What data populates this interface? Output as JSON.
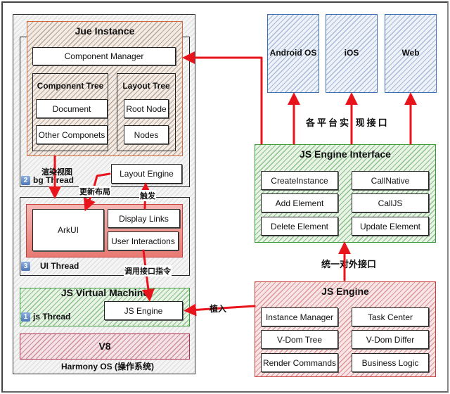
{
  "harmony": {
    "os_label": "Harmony OS (操作系统)",
    "jue_instance": {
      "title": "Jue Instance",
      "component_manager": "Component Manager",
      "component_tree": {
        "title": "Component Tree",
        "items": [
          "Document",
          "Other Componets"
        ]
      },
      "layout_tree": {
        "title": "Layout Tree",
        "items": [
          "Root Node",
          "Nodes"
        ]
      }
    },
    "bg_thread": {
      "badge": "2",
      "label": "bg Thread",
      "layout_engine": "Layout Engine"
    },
    "ui_thread": {
      "badge": "3",
      "label": "UI Thread",
      "arkui": "ArkUI",
      "display_links": "Display Links",
      "user_interactions": "User Interactions"
    },
    "js_vm": {
      "title": "JS Virtual Machine",
      "badge": "1",
      "label": "js Thread",
      "js_engine": "JS Engine"
    },
    "v8": "V8"
  },
  "platforms": [
    "Android OS",
    "iOS",
    "Web"
  ],
  "js_engine_interface": {
    "title": "JS Engine Interface",
    "items": [
      "CreateInstance",
      "CallNative",
      "Add Element",
      "CallJS",
      "Delete Element",
      "Update Element"
    ]
  },
  "js_engine": {
    "title": "JS Engine",
    "items": [
      "Instance Manager",
      "Task Center",
      "V-Dom Tree",
      "V-Dom Differ",
      "Render Commands",
      "Business Logic"
    ]
  },
  "annotations": {
    "render_view": "渲染视图",
    "update_layout": "更新布局",
    "trigger": "触发",
    "call_interface": "调用接口指令",
    "inject": "植入",
    "platform_impl": "各平台实  现接口",
    "unified_interface": "统一对外接口"
  },
  "colors": {
    "arrow": "#e8141c",
    "jue_border": "#d0683a",
    "ui_red": "#d9534f",
    "green": "#3c9a3c",
    "blue": "#3d6fb6",
    "wine": "#b03050"
  }
}
